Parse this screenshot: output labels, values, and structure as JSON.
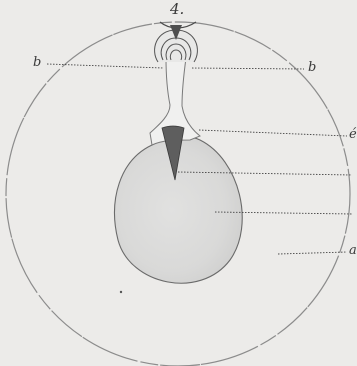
{
  "figure_number": "4.",
  "labels": {
    "b_left": "b",
    "b_right": "b",
    "three": "é",
    "a": "a"
  }
}
